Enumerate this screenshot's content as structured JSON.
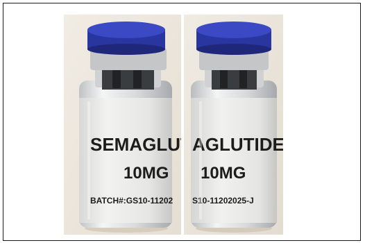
{
  "images": [
    {
      "id": "left",
      "label_name": "SEMAGLUTI",
      "label_dose": "10MG",
      "label_batch": "BATCH#:GS10-11202"
    },
    {
      "id": "right",
      "label_name": "AGLUTIDE",
      "label_dose": "10MG",
      "label_batch": "S10-11202025-J"
    }
  ],
  "colors": {
    "cap": "#2d3aa6",
    "cap_dark": "#1e277a",
    "collar": "#c9cbcd",
    "label": "#ebebea",
    "background": "#ede7dd"
  }
}
